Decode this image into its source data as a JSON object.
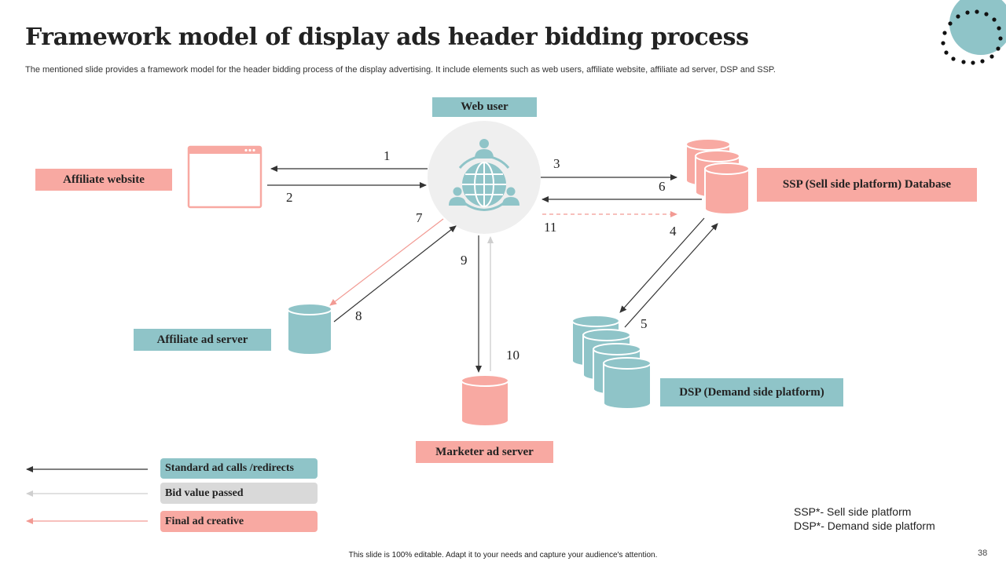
{
  "header": {
    "title": "Framework model of display ads header bidding process",
    "subtitle": "The mentioned slide provides a framework model for the header bidding process of the display advertising. It include elements such as web users, affiliate website, affiliate ad server, DSP and SSP."
  },
  "nodes": {
    "web_user": "Web user",
    "affiliate_website": "Affiliate website",
    "ssp": "SSP (Sell side platform) Database",
    "affiliate_ad_server": "Affiliate ad server",
    "dsp": "DSP (Demand side platform)",
    "marketer_ad_server": "Marketer ad server"
  },
  "steps": [
    "1",
    "2",
    "3",
    "4",
    "5",
    "6",
    "7",
    "8",
    "9",
    "10",
    "11"
  ],
  "legend": {
    "standard": "Standard ad calls /redirects",
    "bid": "Bid value passed",
    "final": "Final ad creative"
  },
  "notes": {
    "ssp_note": "SSP*- Sell side platform",
    "dsp_note": "DSP*- Demand side platform"
  },
  "footer": {
    "text": "This slide is 100% editable. Adapt it to your needs and capture your audience's attention.",
    "page_number": "38"
  },
  "colors": {
    "teal": "#8fc4c8",
    "pink": "#f8a9a2",
    "gray": "#d9d9d9",
    "arrow_dark": "#333333"
  }
}
